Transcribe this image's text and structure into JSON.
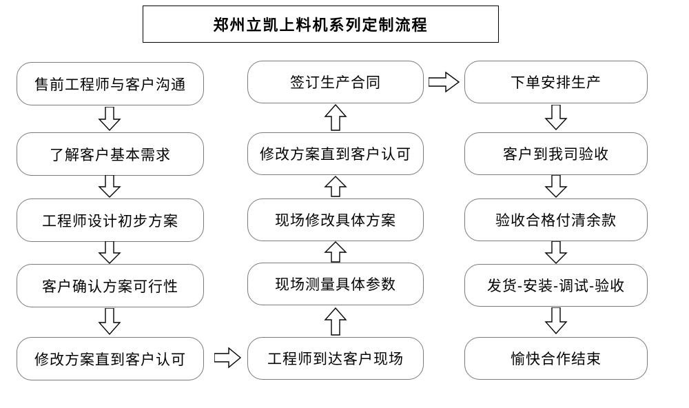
{
  "title": {
    "text": "郑州立凯上料机系列定制流程"
  },
  "flow": {
    "columns": [
      {
        "name": "column-1",
        "nodes": [
          {
            "id": "n1",
            "label": "售前工程师与客户沟通"
          },
          {
            "id": "n2",
            "label": "了解客户基本需求"
          },
          {
            "id": "n3",
            "label": "工程师设计初步方案"
          },
          {
            "id": "n4",
            "label": "客户确认方案可行性"
          },
          {
            "id": "n5",
            "label": "修改方案直到客户认可"
          }
        ]
      },
      {
        "name": "column-2",
        "nodes": [
          {
            "id": "n6",
            "label": "签订生产合同"
          },
          {
            "id": "n7",
            "label": "修改方案直到客户认可"
          },
          {
            "id": "n8",
            "label": "现场修改具体方案"
          },
          {
            "id": "n9",
            "label": "现场测量具体参数"
          },
          {
            "id": "n10",
            "label": "工程师到达客户现场"
          }
        ]
      },
      {
        "name": "column-3",
        "nodes": [
          {
            "id": "n11",
            "label": "下单安排生产"
          },
          {
            "id": "n12",
            "label": "客户到我司验收"
          },
          {
            "id": "n13",
            "label": "验收合格付清余款"
          },
          {
            "id": "n14",
            "label": "发货-安装-调试-验收"
          },
          {
            "id": "n15",
            "label": "愉快合作结束"
          }
        ]
      }
    ],
    "connectors": [
      {
        "name": "arrow-down-n1-n2",
        "direction": "down"
      },
      {
        "name": "arrow-down-n2-n3",
        "direction": "down"
      },
      {
        "name": "arrow-down-n3-n4",
        "direction": "down"
      },
      {
        "name": "arrow-down-n4-n5",
        "direction": "down"
      },
      {
        "name": "arrow-right-n5-n10",
        "direction": "right"
      },
      {
        "name": "arrow-up-n10-n9",
        "direction": "up"
      },
      {
        "name": "arrow-up-n9-n8",
        "direction": "up"
      },
      {
        "name": "arrow-up-n8-n7",
        "direction": "up"
      },
      {
        "name": "arrow-up-n7-n6",
        "direction": "up"
      },
      {
        "name": "arrow-right-n6-n11",
        "direction": "right"
      },
      {
        "name": "arrow-down-n11-n12",
        "direction": "down"
      },
      {
        "name": "arrow-down-n12-n13",
        "direction": "down"
      },
      {
        "name": "arrow-down-n13-n14",
        "direction": "down"
      },
      {
        "name": "arrow-down-n14-n15",
        "direction": "down"
      }
    ]
  },
  "colors": {
    "node_border": "#7a7a7a",
    "title_border": "#000000",
    "arrow_stroke": "#000000",
    "background": "#ffffff"
  }
}
